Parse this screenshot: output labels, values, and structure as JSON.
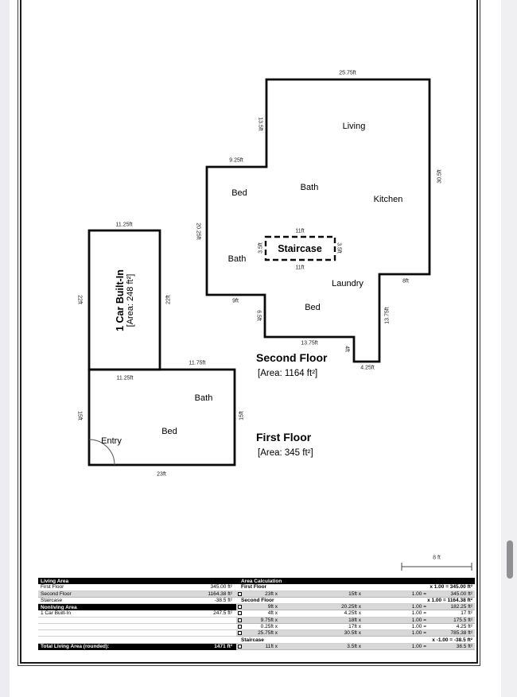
{
  "plan": {
    "second_floor": {
      "title": "Second Floor",
      "area": "[Area: 1164 ft²]",
      "rooms": {
        "living": "Living",
        "bed_upper": "Bed",
        "bath_upper": "Bath",
        "kitchen": "Kitchen",
        "bath_mid": "Bath",
        "staircase": "Staircase",
        "laundry": "Laundry",
        "bed_lower": "Bed"
      },
      "dims": {
        "top": "25.75ft",
        "left_upper": "13.5ft",
        "step_top": "9.25ft",
        "left_main": "20.25ft",
        "right": "30.5ft",
        "notch_top": "8ft",
        "notch_inner": "13.75ft",
        "notch_bottom": "4.25ft",
        "notch_step": "4ft",
        "bottom": "13.75ft",
        "step_left_v": "6.5ft",
        "step_left_h": "9ft",
        "stair_top": "11ft",
        "stair_bottom": "11ft",
        "stair_left": "3.5ft",
        "stair_right": "3.5ft"
      }
    },
    "garage": {
      "label_line1": "1 Car Built-In",
      "label_line2": "[Area: 248 ft²]",
      "dims": {
        "top": "11.25ft",
        "left": "22ft",
        "right": "22ft"
      }
    },
    "first_floor": {
      "title": "First Floor",
      "area": "[Area: 345 ft²]",
      "rooms": {
        "bath": "Bath",
        "bed": "Bed",
        "entry": "Entry"
      },
      "dims": {
        "top_left": "11.25ft",
        "top_right": "11.75ft",
        "left": "15ft",
        "right": "15ft",
        "bottom": "23ft"
      }
    },
    "scale_bar": "8 ft"
  },
  "table": {
    "headers": {
      "living_area": "Living Area",
      "area_calculation": "Area Calculation",
      "nonliving_area": "Nonliving Area"
    },
    "living_rows": [
      {
        "label": "First Floor",
        "value": "345.00 ft²"
      },
      {
        "label": "Second Floor",
        "value": "1164.38 ft²"
      },
      {
        "label": "Staircase",
        "value": "-38.5 ft²"
      }
    ],
    "nonliving_rows": [
      {
        "label": "1 Car Built-In",
        "value": "247.5 ft²"
      }
    ],
    "total": {
      "label": "Total Living Area (rounded):",
      "value": "1471 ft²"
    },
    "calc": {
      "sections": [
        {
          "name": "First Floor",
          "summary": "x 1.00 = 345.00 ft²",
          "rows": [
            {
              "d1": "23ft x",
              "d2": "15ft x",
              "factor": "1.00 =",
              "value": "345.00 ft²"
            }
          ]
        },
        {
          "name": "Second Floor",
          "summary": "x 1.00 = 1164.38 ft²",
          "rows": [
            {
              "d1": "9ft x",
              "d2": "20.25ft x",
              "factor": "1.00 =",
              "value": "182.25 ft²"
            },
            {
              "d1": "4ft x",
              "d2": "4.25ft x",
              "factor": "1.00 =",
              "value": "17 ft²"
            },
            {
              "d1": "9.75ft x",
              "d2": "18ft x",
              "factor": "1.00 =",
              "value": "175.5 ft²"
            },
            {
              "d1": "0.25ft x",
              "d2": "17ft x",
              "factor": "1.00 =",
              "value": "4.25 ft²"
            },
            {
              "d1": "25.75ft x",
              "d2": "30.5ft x",
              "factor": "1.00 =",
              "value": "785.38 ft²"
            }
          ]
        },
        {
          "name": "Staircase",
          "summary": "x -1.00 = -38.5 ft²",
          "rows": [
            {
              "d1": "11ft x",
              "d2": "3.5ft x",
              "factor": "1.00 =",
              "value": "38.5 ft²"
            }
          ]
        }
      ]
    }
  }
}
